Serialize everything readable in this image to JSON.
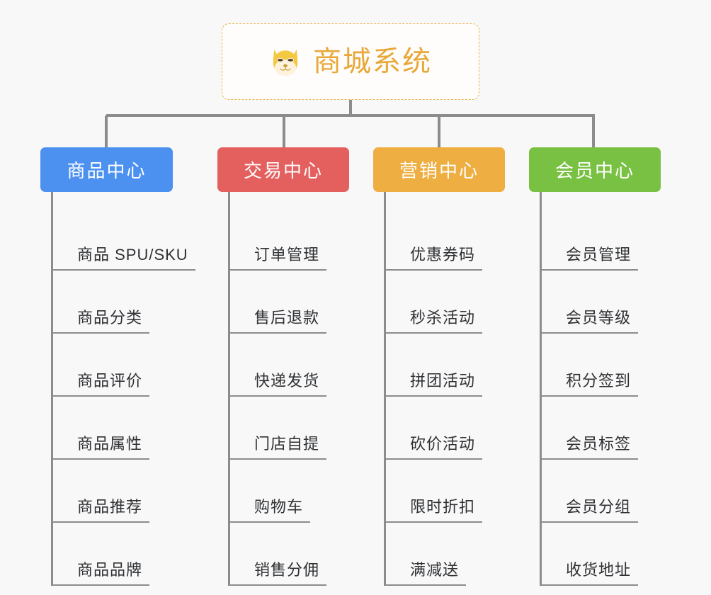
{
  "root": {
    "title": "商城系统",
    "icon": "shiba-dog-face-icon",
    "text_color": "#e8a838",
    "border_color": "#e9b44c",
    "background": "#fefdfb"
  },
  "connector": {
    "color": "#8c8c8c"
  },
  "canvas": {
    "background": "#f8f8f8"
  },
  "columns": [
    {
      "title": "商品中心",
      "color": "#4d91f0",
      "items": [
        {
          "label": "商品 SPU/SKU"
        },
        {
          "label": "商品分类"
        },
        {
          "label": "商品评价"
        },
        {
          "label": "商品属性"
        },
        {
          "label": "商品推荐"
        },
        {
          "label": "商品品牌"
        }
      ]
    },
    {
      "title": "交易中心",
      "color": "#e4605f",
      "items": [
        {
          "label": "订单管理"
        },
        {
          "label": "售后退款"
        },
        {
          "label": "快递发货"
        },
        {
          "label": "门店自提"
        },
        {
          "label": "购物车"
        },
        {
          "label": "销售分佣"
        }
      ]
    },
    {
      "title": "营销中心",
      "color": "#eeae41",
      "items": [
        {
          "label": "优惠券码"
        },
        {
          "label": "秒杀活动"
        },
        {
          "label": "拼团活动"
        },
        {
          "label": "砍价活动"
        },
        {
          "label": "限时折扣"
        },
        {
          "label": "满减送"
        }
      ]
    },
    {
      "title": "会员中心",
      "color": "#79c142",
      "items": [
        {
          "label": "会员管理"
        },
        {
          "label": "会员等级"
        },
        {
          "label": "积分签到"
        },
        {
          "label": "会员标签"
        },
        {
          "label": "会员分组"
        },
        {
          "label": "收货地址"
        }
      ]
    }
  ]
}
